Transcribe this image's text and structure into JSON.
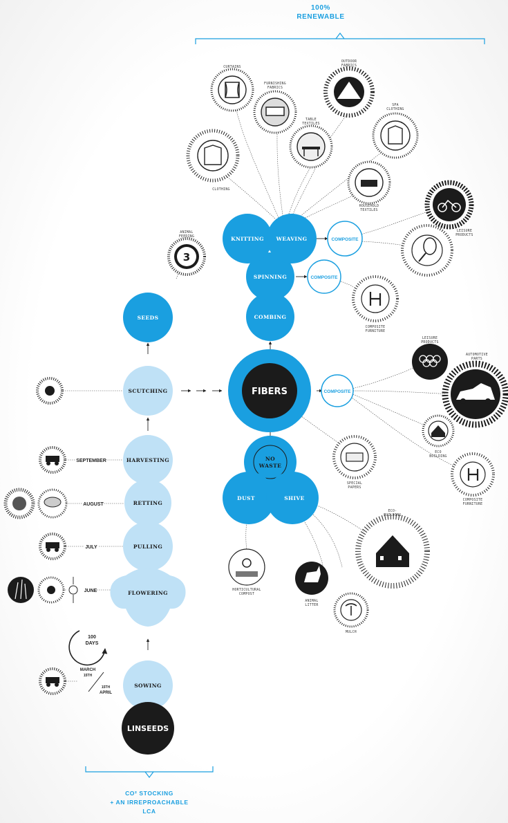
{
  "header": {
    "line1": "100%",
    "line2": "RENEWABLE"
  },
  "footer": {
    "line1": "CO² STOCKING",
    "line2": "+ AN IRREPROACHABLE",
    "line3": "LCA"
  },
  "colors": {
    "blue": "#1a9fe0",
    "light_blue": "#bfe1f6",
    "black": "#1b1b1b"
  },
  "main_nodes": {
    "fibers": "FIBERS",
    "linseeds": "LINSEEDS",
    "no_waste_1": "NO",
    "no_waste_2": "WASTE",
    "seeds": "SEEDS",
    "scutching": "SCUTCHING",
    "combing": "COMBING",
    "spinning": "SPINNING",
    "knitting": "KNITTING",
    "weaving": "WEAVING",
    "dust": "DUST",
    "shive": "SHIVE"
  },
  "stages": {
    "harvesting": "HARVESTING",
    "retting": "RETTING",
    "pulling": "PULLING",
    "flowering": "FLOWERING",
    "sowing": "SOWING"
  },
  "months": {
    "september": "SEPTEMBER",
    "august": "AUGUST",
    "july": "JULY",
    "june": "JUNE"
  },
  "sowing_dates": {
    "march": "MARCH",
    "march_day": "15TH",
    "april_day": "15TH",
    "april": "APRIL"
  },
  "days": {
    "count": "100",
    "unit": "DAYS"
  },
  "composite": {
    "a": "COMPOSITE",
    "b": "COMPOSITE",
    "c": "COMPOSITE"
  },
  "products": {
    "curtains": "CURTAINS",
    "outdoor_1": "OUTDOOR",
    "outdoor_2": "FABRICS",
    "furnishing_1": "FURNISHING",
    "furnishing_2": "FABRICS",
    "table_1": "TABLE",
    "table_2": "TEXTILES",
    "spa_1": "SPA",
    "spa_2": "CLOTHING",
    "clothing": "CLOTHING",
    "household_1": "HOUSEHOLD",
    "household_2": "TEXTILES",
    "leisure_1": "LEISURE",
    "leisure_2": "PRODUCTS",
    "animal_1": "ANIMAL",
    "animal_2": "FEEDING",
    "furniture_1_1": "COMPOSITE",
    "furniture_1_2": "FURNITURE",
    "leisure_prod_1": "LEISURE",
    "leisure_prod_2": "PRODUCTS",
    "auto_1": "AUTOMOTIVE",
    "auto_2": "PARTS",
    "eco_1": "ECO",
    "eco_2": "BUILDING",
    "furniture_2_1": "COMPOSITE",
    "furniture_2_2": "FURNITURE",
    "papers_1": "SPECIAL",
    "papers_2": "PAPERS",
    "eco_build_1": "ECO-",
    "eco_build_2": "BUILDING",
    "compost_1": "HORTICULTURAL",
    "compost_2": "COMPOST",
    "litter_1": "ANIMAL",
    "litter_2": "LITTER",
    "mulch": "MULCH",
    "feeding_badge": "3"
  }
}
